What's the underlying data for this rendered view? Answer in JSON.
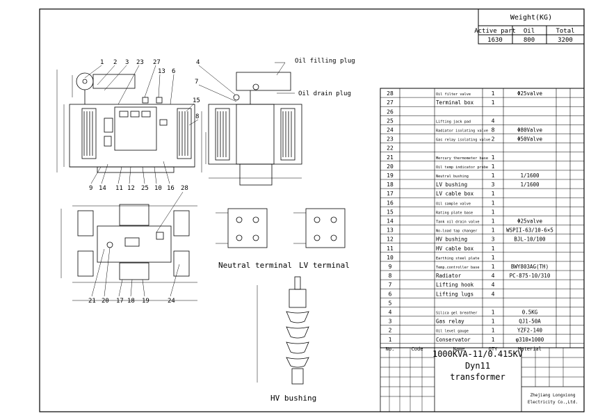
{
  "weight_table": {
    "title": "Weight(KG)",
    "headers": [
      "Active part",
      "Oil",
      "Total"
    ],
    "values": [
      "1630",
      "800",
      "3200"
    ]
  },
  "labels": {
    "oil_filling_plug": "Oil filling plug",
    "oil_drain_plug": "Oil drain plug",
    "neutral_terminal": "Neutral terminal",
    "lv_terminal": "LV terminal",
    "hv_bushing": "HV bushing"
  },
  "front_view_numbers": [
    "1",
    "2",
    "3",
    "23",
    "27",
    "13",
    "6",
    "15",
    "9",
    "14",
    "11",
    "12",
    "25",
    "10",
    "16"
  ],
  "side_view_numbers": [
    "4",
    "7",
    "8"
  ],
  "top_view_numbers": [
    "28",
    "21",
    "20",
    "17",
    "18",
    "19",
    "24"
  ],
  "parts_header": [
    "No.",
    "Code",
    "Name",
    "QTY",
    "Material"
  ],
  "parts": [
    {
      "no": "28",
      "name": "Oil filter valve",
      "qty": "1",
      "mat": "Φ25valve"
    },
    {
      "no": "27",
      "name": "Terminal box",
      "qty": "1",
      "mat": ""
    },
    {
      "no": "26",
      "name": "",
      "qty": "",
      "mat": ""
    },
    {
      "no": "25",
      "name": "Lifting jack pad",
      "qty": "4",
      "mat": ""
    },
    {
      "no": "24",
      "name": "Radiator isolating valve",
      "qty": "8",
      "mat": "Φ80Valve"
    },
    {
      "no": "23",
      "name": "Gas relay isolating valve",
      "qty": "2",
      "mat": "Φ50Valve"
    },
    {
      "no": "22",
      "name": "",
      "qty": "",
      "mat": ""
    },
    {
      "no": "21",
      "name": "Mercury thermometer base",
      "qty": "1",
      "mat": ""
    },
    {
      "no": "20",
      "name": "Oil temp indicator probe",
      "qty": "1",
      "mat": ""
    },
    {
      "no": "19",
      "name": "Neutral bushing",
      "qty": "1",
      "mat": "1/1600"
    },
    {
      "no": "18",
      "name": "LV bushing",
      "qty": "3",
      "mat": "1/1600"
    },
    {
      "no": "17",
      "name": "LV cable box",
      "qty": "1",
      "mat": ""
    },
    {
      "no": "16",
      "name": "Oil sample valve",
      "qty": "1",
      "mat": ""
    },
    {
      "no": "15",
      "name": "Rating plate base",
      "qty": "1",
      "mat": ""
    },
    {
      "no": "14",
      "name": "Tank oil drain valve",
      "qty": "1",
      "mat": "Φ25valve"
    },
    {
      "no": "13",
      "name": "No-load tap changer",
      "qty": "1",
      "mat": "WSPII-63/10-6×5"
    },
    {
      "no": "12",
      "name": "HV bushing",
      "qty": "3",
      "mat": "BJL-10/100"
    },
    {
      "no": "11",
      "name": "HV cable box",
      "qty": "1",
      "mat": ""
    },
    {
      "no": "10",
      "name": "Earthing steel plate",
      "qty": "1",
      "mat": ""
    },
    {
      "no": "9",
      "name": "Temp.controller base",
      "qty": "1",
      "mat": "BWY803AG(TH)"
    },
    {
      "no": "8",
      "name": "Radiator",
      "qty": "4",
      "mat": "PC-875-10/310"
    },
    {
      "no": "7",
      "name": "Lifting hook",
      "qty": "4",
      "mat": ""
    },
    {
      "no": "6",
      "name": "Lifting lugs",
      "qty": "4",
      "mat": ""
    },
    {
      "no": "5",
      "name": "",
      "qty": "",
      "mat": ""
    },
    {
      "no": "4",
      "name": "Silica gel breather",
      "qty": "1",
      "mat": "0.5KG"
    },
    {
      "no": "3",
      "name": "Gas relay",
      "qty": "1",
      "mat": "QJ1-50A"
    },
    {
      "no": "2",
      "name": "Oil level gauge",
      "qty": "1",
      "mat": "YZF2-140"
    },
    {
      "no": "1",
      "name": "Conservator",
      "qty": "1",
      "mat": "φ310×1000"
    }
  ],
  "title_block": {
    "rating": "1000KVA-11/0.415KV",
    "vector_group": "Dyn11",
    "type": "transformer",
    "company_line1": "Zhejiang Longxiong",
    "company_line2": "Electricity Co.,Ltd."
  }
}
